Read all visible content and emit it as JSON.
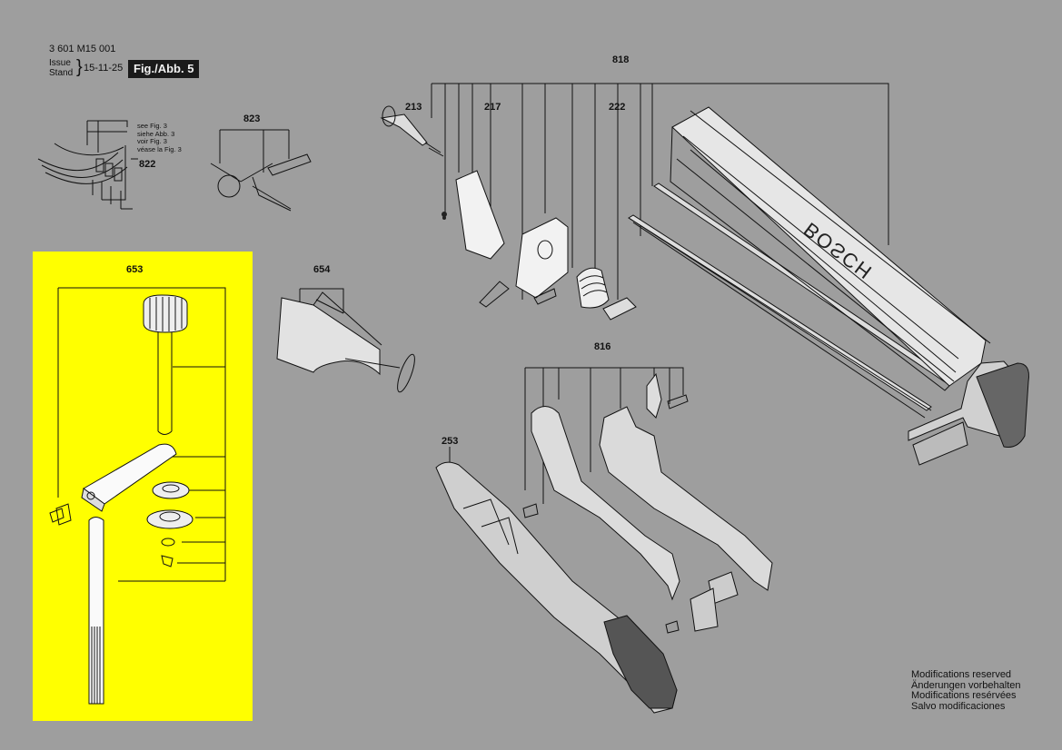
{
  "header": {
    "doc_number": "3 601 M15 001",
    "issue_label_1": "Issue",
    "issue_label_2": "Stand",
    "issue_date": "15-11-25",
    "figure_label": "Fig./Abb. 5"
  },
  "parts": {
    "p818": "818",
    "p213": "213",
    "p217": "217",
    "p222": "222",
    "p823": "823",
    "p822": "822",
    "p653": "653",
    "p654": "654",
    "p816": "816",
    "p253": "253"
  },
  "see_fig": [
    "see Fig. 3",
    "siehe Abb. 3",
    "voir Fig. 3",
    "véase la Fig. 3"
  ],
  "brand_text": "BOSCH",
  "modifications": [
    "Modifications reserved",
    "Änderungen vorbehalten",
    "Modifications resérvées",
    "Salvo modificaciones"
  ],
  "colors": {
    "background": "#9e9e9e",
    "highlight": "#ffff00",
    "figure_box": "#1a1a1a"
  }
}
